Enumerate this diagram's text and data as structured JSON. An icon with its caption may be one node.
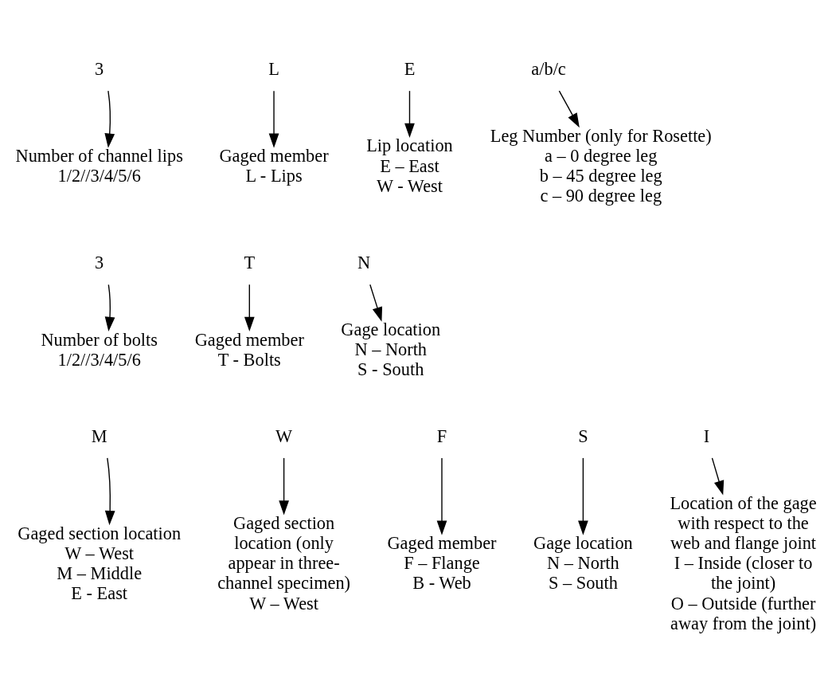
{
  "diagram": {
    "nodes": [
      {
        "text": [
          "3"
        ]
      },
      {
        "text": [
          "L"
        ]
      },
      {
        "text": [
          "E"
        ]
      },
      {
        "text": [
          "a/b/c"
        ]
      },
      {
        "text": [
          "Number of channel lips",
          "1/2//3/4/5/6"
        ]
      },
      {
        "text": [
          "Gaged member",
          "L - Lips"
        ]
      },
      {
        "text": [
          "Lip location",
          "E – East",
          "W - West"
        ]
      },
      {
        "text": [
          "Leg Number (only for Rosette)",
          "a – 0 degree leg",
          "b – 45 degree leg",
          "c – 90 degree leg"
        ]
      },
      {
        "text": [
          "3"
        ]
      },
      {
        "text": [
          "T"
        ]
      },
      {
        "text": [
          "N"
        ]
      },
      {
        "text": [
          "Number of bolts",
          "1/2//3/4/5/6"
        ]
      },
      {
        "text": [
          "Gaged member",
          "T - Bolts"
        ]
      },
      {
        "text": [
          "Gage location",
          "N – North",
          "S - South"
        ]
      },
      {
        "text": [
          "M"
        ]
      },
      {
        "text": [
          "W"
        ]
      },
      {
        "text": [
          "F"
        ]
      },
      {
        "text": [
          "S"
        ]
      },
      {
        "text": [
          "I"
        ]
      },
      {
        "text": [
          "Gaged section location",
          "W – West",
          "M – Middle",
          "E - East"
        ]
      },
      {
        "text": [
          "Gaged section location (only appear in three- channel specimen)",
          "W – West"
        ]
      },
      {
        "text": [
          "Gaged member",
          "F – Flange",
          "B - Web"
        ]
      },
      {
        "text": [
          "Gage location",
          "N – North",
          "S – South"
        ]
      },
      {
        "text": [
          "Location of the gage with respect to the web and flange joint",
          "I – Inside (closer to the joint)",
          "O – Outside (further away from the joint)"
        ]
      }
    ],
    "edges": [
      {
        "from": 0,
        "to": 4,
        "arrow": "to"
      },
      {
        "from": 1,
        "to": 5,
        "arrow": "to"
      },
      {
        "from": 2,
        "to": 6,
        "arrow": "to"
      },
      {
        "from": 3,
        "to": 7,
        "arrow": "to"
      },
      {
        "from": 8,
        "to": 11,
        "arrow": "to"
      },
      {
        "from": 9,
        "to": 12,
        "arrow": "to"
      },
      {
        "from": 10,
        "to": 13,
        "arrow": "to"
      },
      {
        "from": 14,
        "to": 19,
        "arrow": "to"
      },
      {
        "from": 15,
        "to": 20,
        "arrow": "to"
      },
      {
        "from": 16,
        "to": 21,
        "arrow": "to"
      },
      {
        "from": 17,
        "to": 22,
        "arrow": "to"
      },
      {
        "from": 18,
        "to": 23,
        "arrow": "to"
      }
    ]
  }
}
